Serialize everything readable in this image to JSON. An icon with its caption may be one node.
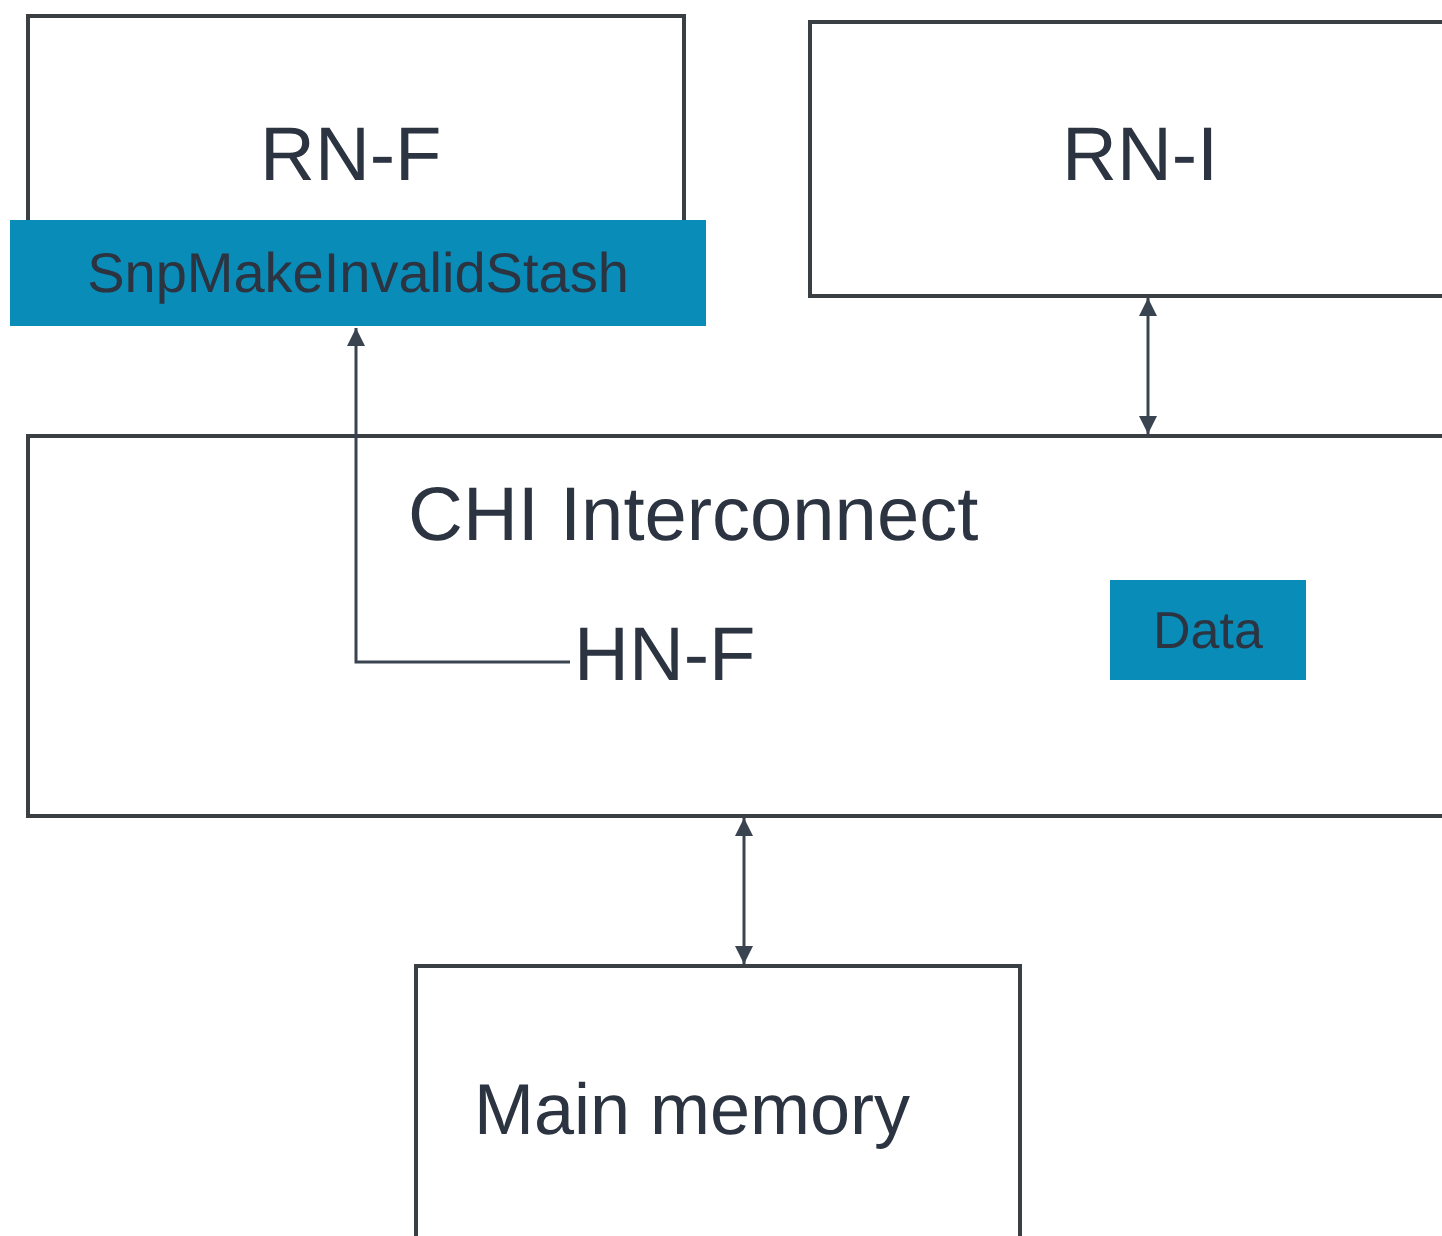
{
  "diagram": {
    "nodes": [
      {
        "text": [
          "RN-F"
        ]
      },
      {
        "text": [
          "SnpMakeInvalidStash"
        ]
      },
      {
        "text": [
          "RN-I"
        ]
      },
      {
        "text": [
          "CHI Interconnect"
        ]
      },
      {
        "text": [
          "HN-F"
        ],
        "in": 3
      },
      {
        "text": [
          "Data"
        ],
        "in": 3
      },
      {
        "text": [
          "Main memory"
        ]
      }
    ],
    "edges": [
      {
        "from": 2,
        "to": 3,
        "arrow": "both"
      },
      {
        "from": 3,
        "to": 6,
        "arrow": "both"
      },
      {
        "from": 4,
        "to": 1,
        "arrow": "to"
      }
    ]
  }
}
